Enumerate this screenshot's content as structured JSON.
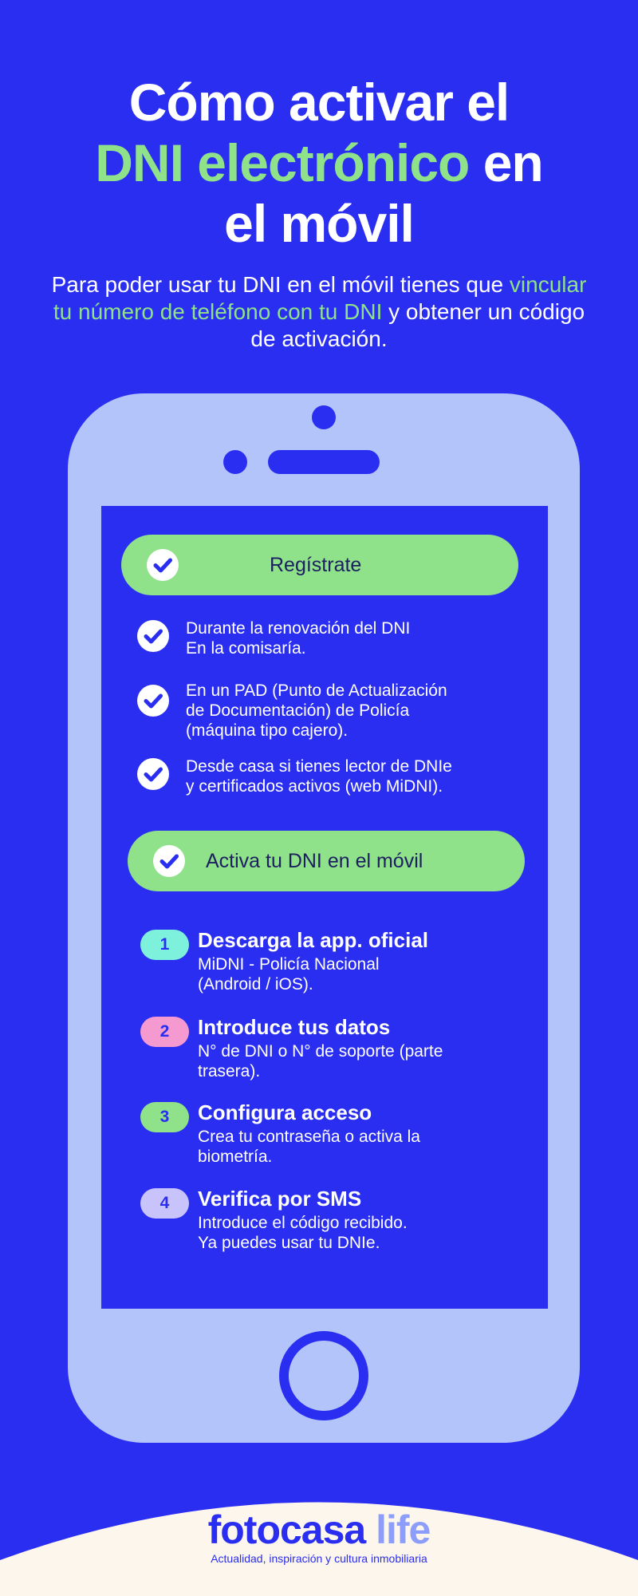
{
  "header": {
    "title_line1": "Cómo activar  el",
    "title_line2_highlight": "DNI electrónico",
    "title_line2_rest": " en",
    "title_line3": "el móvil",
    "subtitle_part1": "Para poder usar tu DNI en el móvil tienes que ",
    "subtitle_highlight": "vincular tu número de teléfono con tu DNI",
    "subtitle_part2": " y obtener un código de activación."
  },
  "register": {
    "heading": "Regístrate",
    "items": [
      {
        "lines": [
          "Durante la renovación del DNI",
          "En la comisaría."
        ]
      },
      {
        "lines": [
          "En un PAD (Punto de Actualización",
          "de Documentación) de Policía",
          "(máquina tipo cajero)."
        ]
      },
      {
        "lines": [
          "Desde casa si tienes lector de DNIe",
          "y certificados activos (web MiDNI)."
        ]
      }
    ]
  },
  "activate": {
    "heading": "Activa tu DNI en el móvil",
    "steps": [
      {
        "number": "1",
        "color": "#7ef1dd",
        "title": "Descarga la app. oficial",
        "lines": [
          "MiDNI - Policía Nacional",
          "(Android / iOS)."
        ]
      },
      {
        "number": "2",
        "color": "#f59ad0",
        "title": "Introduce tus datos",
        "lines": [
          "N° de DNI o  N° de soporte (parte",
          "trasera)."
        ]
      },
      {
        "number": "3",
        "color": "#8fe18a",
        "title": "Configura acceso",
        "lines": [
          "Crea tu contraseña o activa la",
          "biometría."
        ]
      },
      {
        "number": "4",
        "color": "#c9c3fb",
        "title": "Verifica por SMS",
        "lines": [
          "Introduce el código recibido.",
          "Ya puedes usar tu DNIe."
        ]
      }
    ]
  },
  "footer": {
    "logo_main": "fotocasa ",
    "logo_accent": "life",
    "tagline": "Actualidad, inspiración y cultura inmobiliaria"
  },
  "colors": {
    "background": "#2a2ef0",
    "accent_green": "#8fe18a",
    "phone_body": "#b3c4fb",
    "footer_bg": "#fdf6ec"
  }
}
